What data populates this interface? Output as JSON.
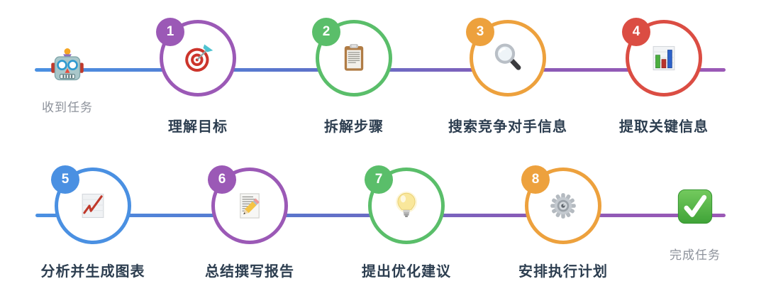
{
  "diagram": {
    "start": {
      "label": "收到任务",
      "icon": "robot"
    },
    "end": {
      "label": "完成任务",
      "icon": "check-mark"
    },
    "steps": [
      {
        "num": "1",
        "label": "理解目标",
        "color": "#9b59b6",
        "icon": "target-dart"
      },
      {
        "num": "2",
        "label": "拆解步骤",
        "color": "#5abe6a",
        "icon": "clipboard"
      },
      {
        "num": "3",
        "label": "搜索竞争对手信息",
        "color": "#eda13d",
        "icon": "magnifier"
      },
      {
        "num": "4",
        "label": "提取关键信息",
        "color": "#db4d43",
        "icon": "bar-chart"
      },
      {
        "num": "5",
        "label": "分析并生成图表",
        "color": "#4a90e2",
        "icon": "line-chart"
      },
      {
        "num": "6",
        "label": "总结撰写报告",
        "color": "#9b59b6",
        "icon": "memo-pencil"
      },
      {
        "num": "7",
        "label": "提出优化建议",
        "color": "#5abe6a",
        "icon": "light-bulb"
      },
      {
        "num": "8",
        "label": "安排执行计划",
        "color": "#eda13d",
        "icon": "gear"
      }
    ],
    "line_gradient": [
      "#4a90e2",
      "#5b74cb",
      "#8a5ab6",
      "#9b59b6"
    ],
    "colors": {
      "step_label": "#2d3e50",
      "muted_label": "#8d929b",
      "background": "#ffffff"
    }
  }
}
